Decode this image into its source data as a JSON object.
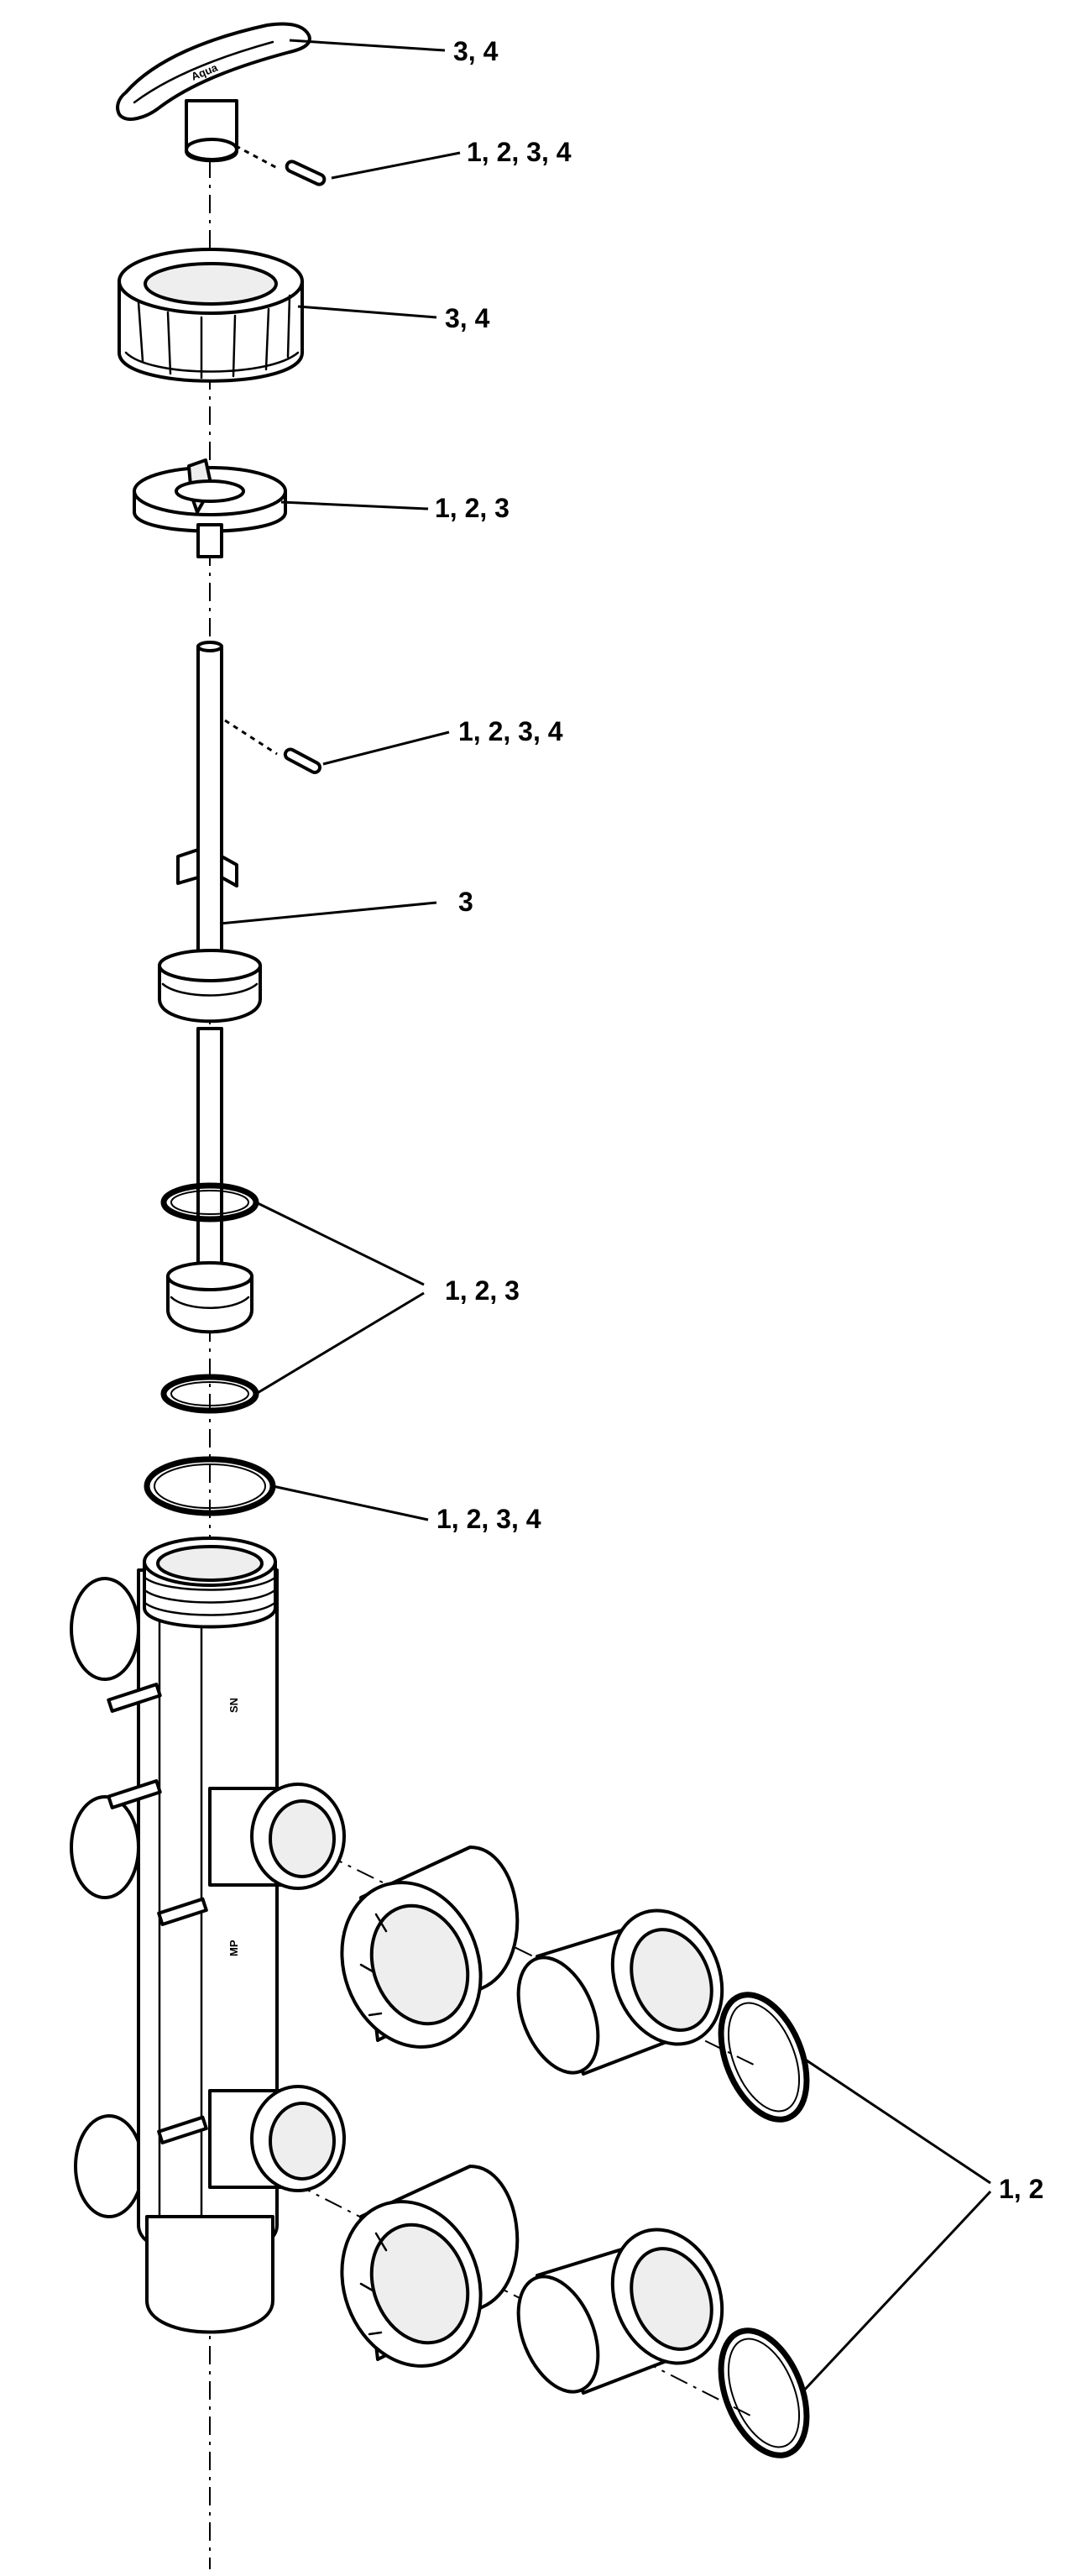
{
  "callouts": {
    "handle": "3, 4",
    "handle_pin": "1, 2, 3, 4",
    "top_nut": "3, 4",
    "top_cap": "1, 2, 3",
    "shaft_pin": "1, 2, 3, 4",
    "shaft": "3",
    "orings_pair": "1, 2, 3",
    "body_oring": "1, 2, 3, 4",
    "union_orings": "1, 2"
  }
}
